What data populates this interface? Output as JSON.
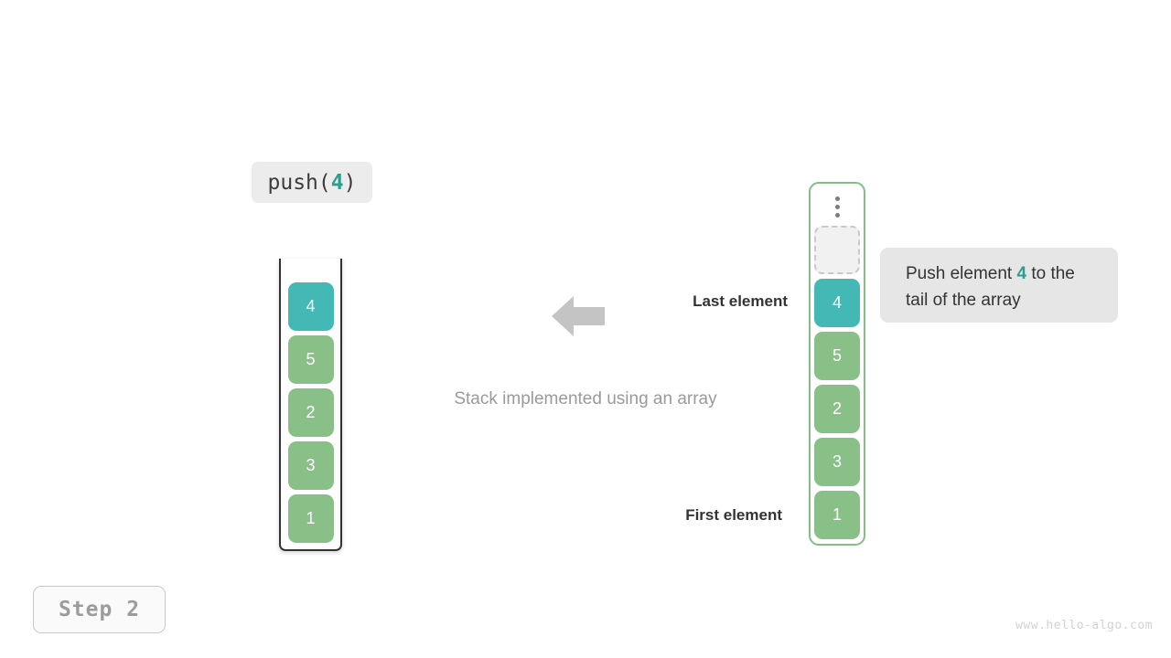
{
  "operation": {
    "prefix": "push(",
    "value": "4",
    "suffix": ")"
  },
  "stack": {
    "caption": "Stack implemented using an array",
    "cells_bottom_to_top": [
      "1",
      "3",
      "2",
      "5",
      "4"
    ],
    "highlight_value": "4"
  },
  "array": {
    "dots_icon": "vertical-ellipsis-icon",
    "empty_slot_label": "",
    "cells_top_to_bottom": [
      "4",
      "5",
      "2",
      "3",
      "1"
    ],
    "highlight_value": "4"
  },
  "annotations": {
    "arrow_icon": "arrow-left-icon",
    "last_element": "Last element",
    "first_element": "First element"
  },
  "tooltip": {
    "text_before": "Push element ",
    "accent": "4",
    "text_after": " to the tail of the array"
  },
  "step": {
    "label": "Step 2"
  },
  "watermark": {
    "text": "www.hello-algo.com"
  },
  "colors": {
    "teal": "#44b8b4",
    "green": "#89c088",
    "accent_text": "#2d9d8f",
    "array_border": "#83be86",
    "arrow": "#c4c4c4",
    "chip_bg": "#ececec",
    "tooltip_bg": "#e6e6e6"
  }
}
